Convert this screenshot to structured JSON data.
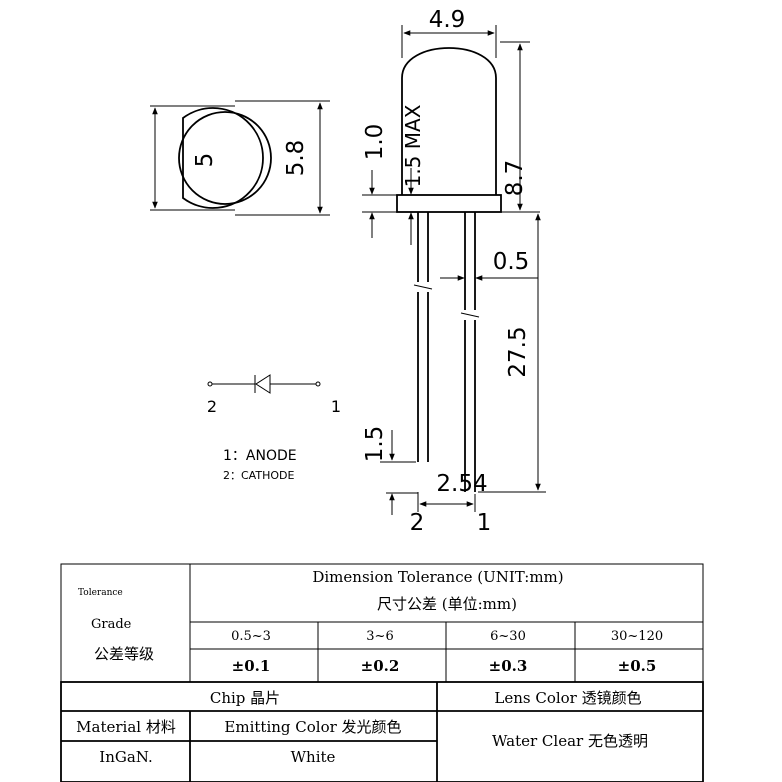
{
  "dimensions": {
    "lens_width": "4.9",
    "flange_outer": "5.8",
    "lens_inner": "5",
    "flange_thickness": "1.0",
    "flange_max": "1.5 MAX",
    "body_height": "8.7",
    "lead_width": "0.5",
    "lead_length": "27.5",
    "lead_offset": "1.5",
    "pitch": "2.54"
  },
  "pins": {
    "pin_left": "2",
    "pin_right": "1",
    "symbol_left": "2",
    "symbol_right": "1",
    "anode": "1：ANODE",
    "cathode": "2：CATHODE"
  },
  "table": {
    "tolerance_small": "Tolerance",
    "grade": "Grade",
    "grade_cn": "公差等级",
    "dim_tol_title": "Dimension Tolerance (UNIT:mm)",
    "dim_tol_title_cn": "尺寸公差 (单位:mm)",
    "ranges": [
      "0.5~3",
      "3~6",
      "6~30",
      "30~120"
    ],
    "tolerances": [
      "±0.1",
      "±0.2",
      "±0.3",
      "±0.5"
    ],
    "chip": "Chip 晶片",
    "lens_color": "Lens Color 透镜颜色",
    "material": "Material 材料",
    "emitting_color": "Emitting Color 发光颜色",
    "lens_color_value": "Water Clear 无色透明",
    "material_value": "InGaN.",
    "emitting_value": "White"
  }
}
